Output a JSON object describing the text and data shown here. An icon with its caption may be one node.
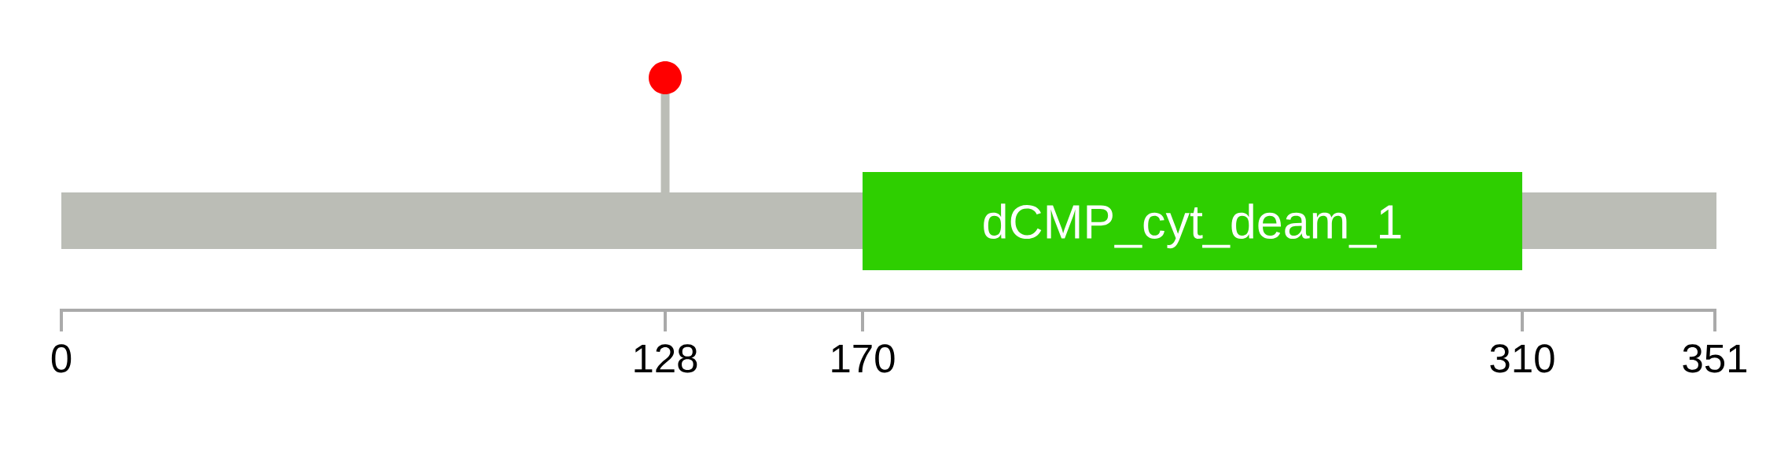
{
  "diagram": {
    "nodes": [
      {
        "text": [],
        "shape": "bar"
      },
      {
        "text": [
          "dCMP_cyt_deam_1"
        ]
      }
    ],
    "labels": [
      "0",
      "128",
      "170",
      "310",
      "351"
    ]
  }
}
